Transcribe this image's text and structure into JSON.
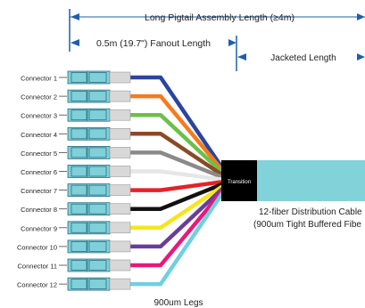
{
  "dimensions": {
    "long_pigtail": "Long Pigtail Assembly Length (≥4m)",
    "fanout": "0.5m (19.7\") Fanout Length",
    "jacketed": "Jacketed Length"
  },
  "transition_label": "Transition",
  "cable_label_line1": "12-fiber Distribution Cable",
  "cable_label_line2": "(900um Tight Buffered Fibe",
  "legs_label": "900um Legs",
  "colors": {
    "dimension_arrow": "#1f5fa8",
    "connector_body": "#7fd0d8",
    "connector_outline": "#2c6f86",
    "boot": "#d8d8d8",
    "cable": "#82d2da",
    "transition": "#000000"
  },
  "connectors": [
    {
      "label": "Connector  1",
      "fiber_color": "#2b44a0"
    },
    {
      "label": "Connector  2",
      "fiber_color": "#f47b20"
    },
    {
      "label": "Connector  3",
      "fiber_color": "#6cc04a"
    },
    {
      "label": "Connector  4",
      "fiber_color": "#8b4a25"
    },
    {
      "label": "Connector  5",
      "fiber_color": "#8a8a8a"
    },
    {
      "label": "Connector  6",
      "fiber_color": "#e6e6e6"
    },
    {
      "label": "Connector  7",
      "fiber_color": "#e4222a"
    },
    {
      "label": "Connector  8",
      "fiber_color": "#111111"
    },
    {
      "label": "Connector  9",
      "fiber_color": "#f5e61c"
    },
    {
      "label": "Connector  10",
      "fiber_color": "#6a3d9a"
    },
    {
      "label": "Connector  11",
      "fiber_color": "#e8197a"
    },
    {
      "label": "Connector  12",
      "fiber_color": "#6fd0e0"
    }
  ]
}
